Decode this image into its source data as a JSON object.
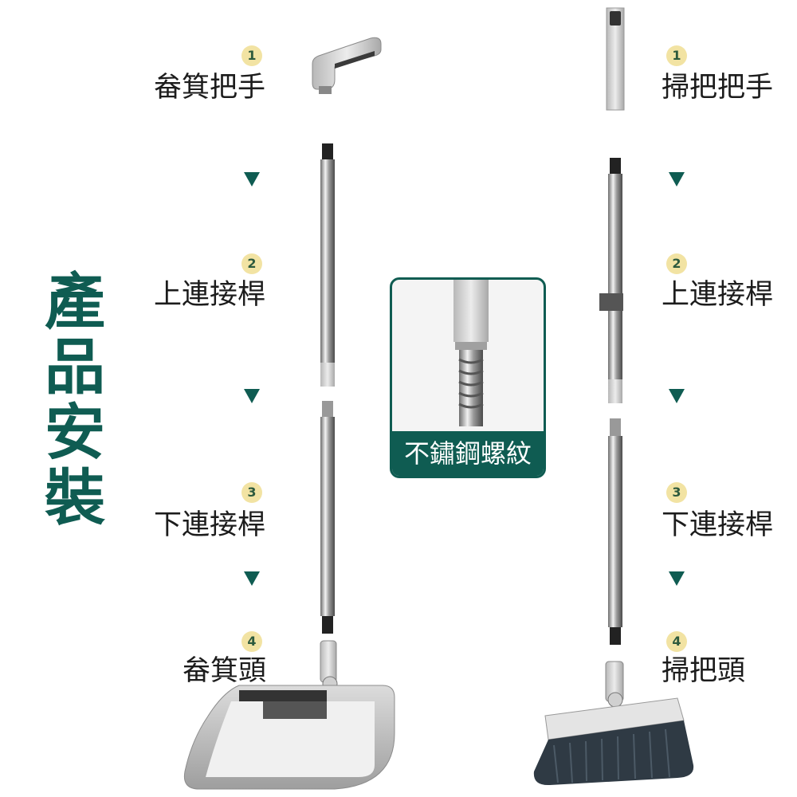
{
  "title_chars": [
    "產",
    "品",
    "安",
    "裝"
  ],
  "left_steps": [
    {
      "number": "1",
      "label": "畚箕把手"
    },
    {
      "number": "2",
      "label": "上連接桿"
    },
    {
      "number": "3",
      "label": "下連接桿"
    },
    {
      "number": "4",
      "label": "畚箕頭"
    }
  ],
  "right_steps": [
    {
      "number": "1",
      "label": "掃把把手"
    },
    {
      "number": "2",
      "label": "上連接桿"
    },
    {
      "number": "3",
      "label": "下連接桿"
    },
    {
      "number": "4",
      "label": "掃把頭"
    }
  ],
  "detail_caption": "不鏽鋼螺紋",
  "colors": {
    "accent": "#0f5c52",
    "badge": "#f2e3a3",
    "badge_text": "#2d5a3d"
  }
}
